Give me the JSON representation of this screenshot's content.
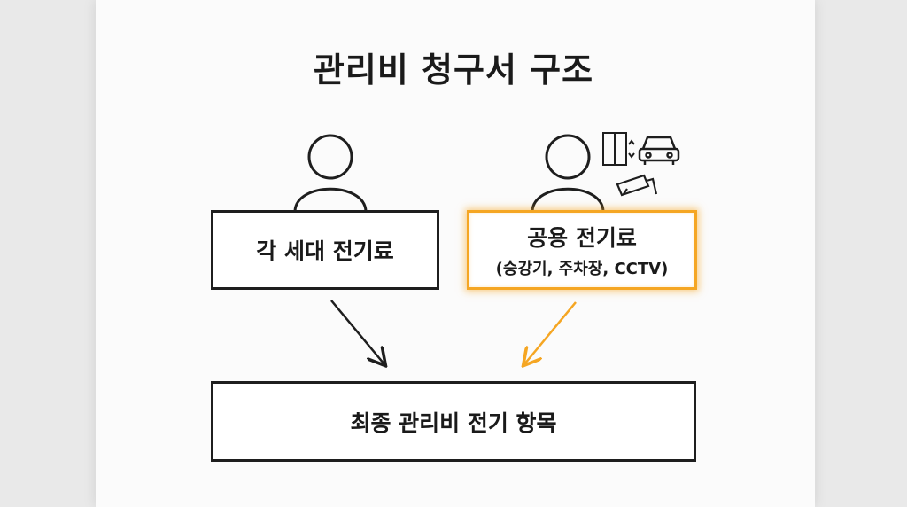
{
  "title": "관리비 청구서 구조",
  "boxes": {
    "household": {
      "label": "각 세대 전기료"
    },
    "common": {
      "label": "공용 전기료",
      "sublabel": "(승강기, 주차장, CCTV)"
    },
    "final": {
      "label": "최종 관리비 전기 항목"
    }
  },
  "icons": [
    "person-icon",
    "person-icon",
    "elevator-icon",
    "car-icon",
    "cctv-camera-icon"
  ],
  "colors": {
    "highlight": "#f5a623",
    "stroke": "#1e1e1e",
    "paper": "#fbfbfb",
    "background": "#e9e9e9"
  }
}
